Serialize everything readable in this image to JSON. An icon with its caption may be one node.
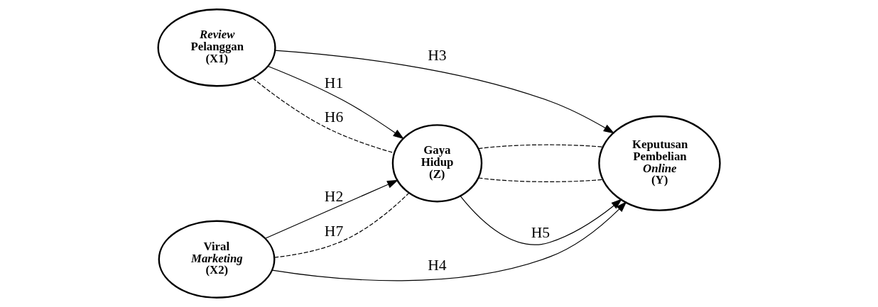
{
  "diagram": {
    "nodes": [
      {
        "text": [
          "*Review* Pelanggan (X1)"
        ]
      },
      {
        "text": [
          "Viral *Marketing* (X2)"
        ]
      },
      {
        "text": [
          "Gaya Hidup (Z)"
        ]
      },
      {
        "text": [
          "Keputusan Pembelian *Online* (Y)"
        ]
      }
    ],
    "edges": [
      {
        "from": 0,
        "to": 2,
        "arrow": "to",
        "label": "H1"
      },
      {
        "from": 1,
        "to": 2,
        "arrow": "to",
        "label": "H2"
      },
      {
        "from": 0,
        "to": 3,
        "arrow": "to",
        "label": "H3"
      },
      {
        "from": 1,
        "to": 3,
        "arrow": "to",
        "label": "H4"
      },
      {
        "from": 2,
        "to": 3,
        "arrow": "to",
        "label": "H5"
      },
      {
        "from": 0,
        "to": 2,
        "arrow": "none",
        "style": "dashed",
        "label": "H6"
      },
      {
        "from": 1,
        "to": 2,
        "arrow": "none",
        "style": "dashed",
        "label": "H7"
      },
      {
        "from": 2,
        "to": 3,
        "arrow": "none",
        "style": "dashed"
      },
      {
        "from": 2,
        "to": 3,
        "arrow": "none",
        "style": "dashed"
      }
    ]
  }
}
